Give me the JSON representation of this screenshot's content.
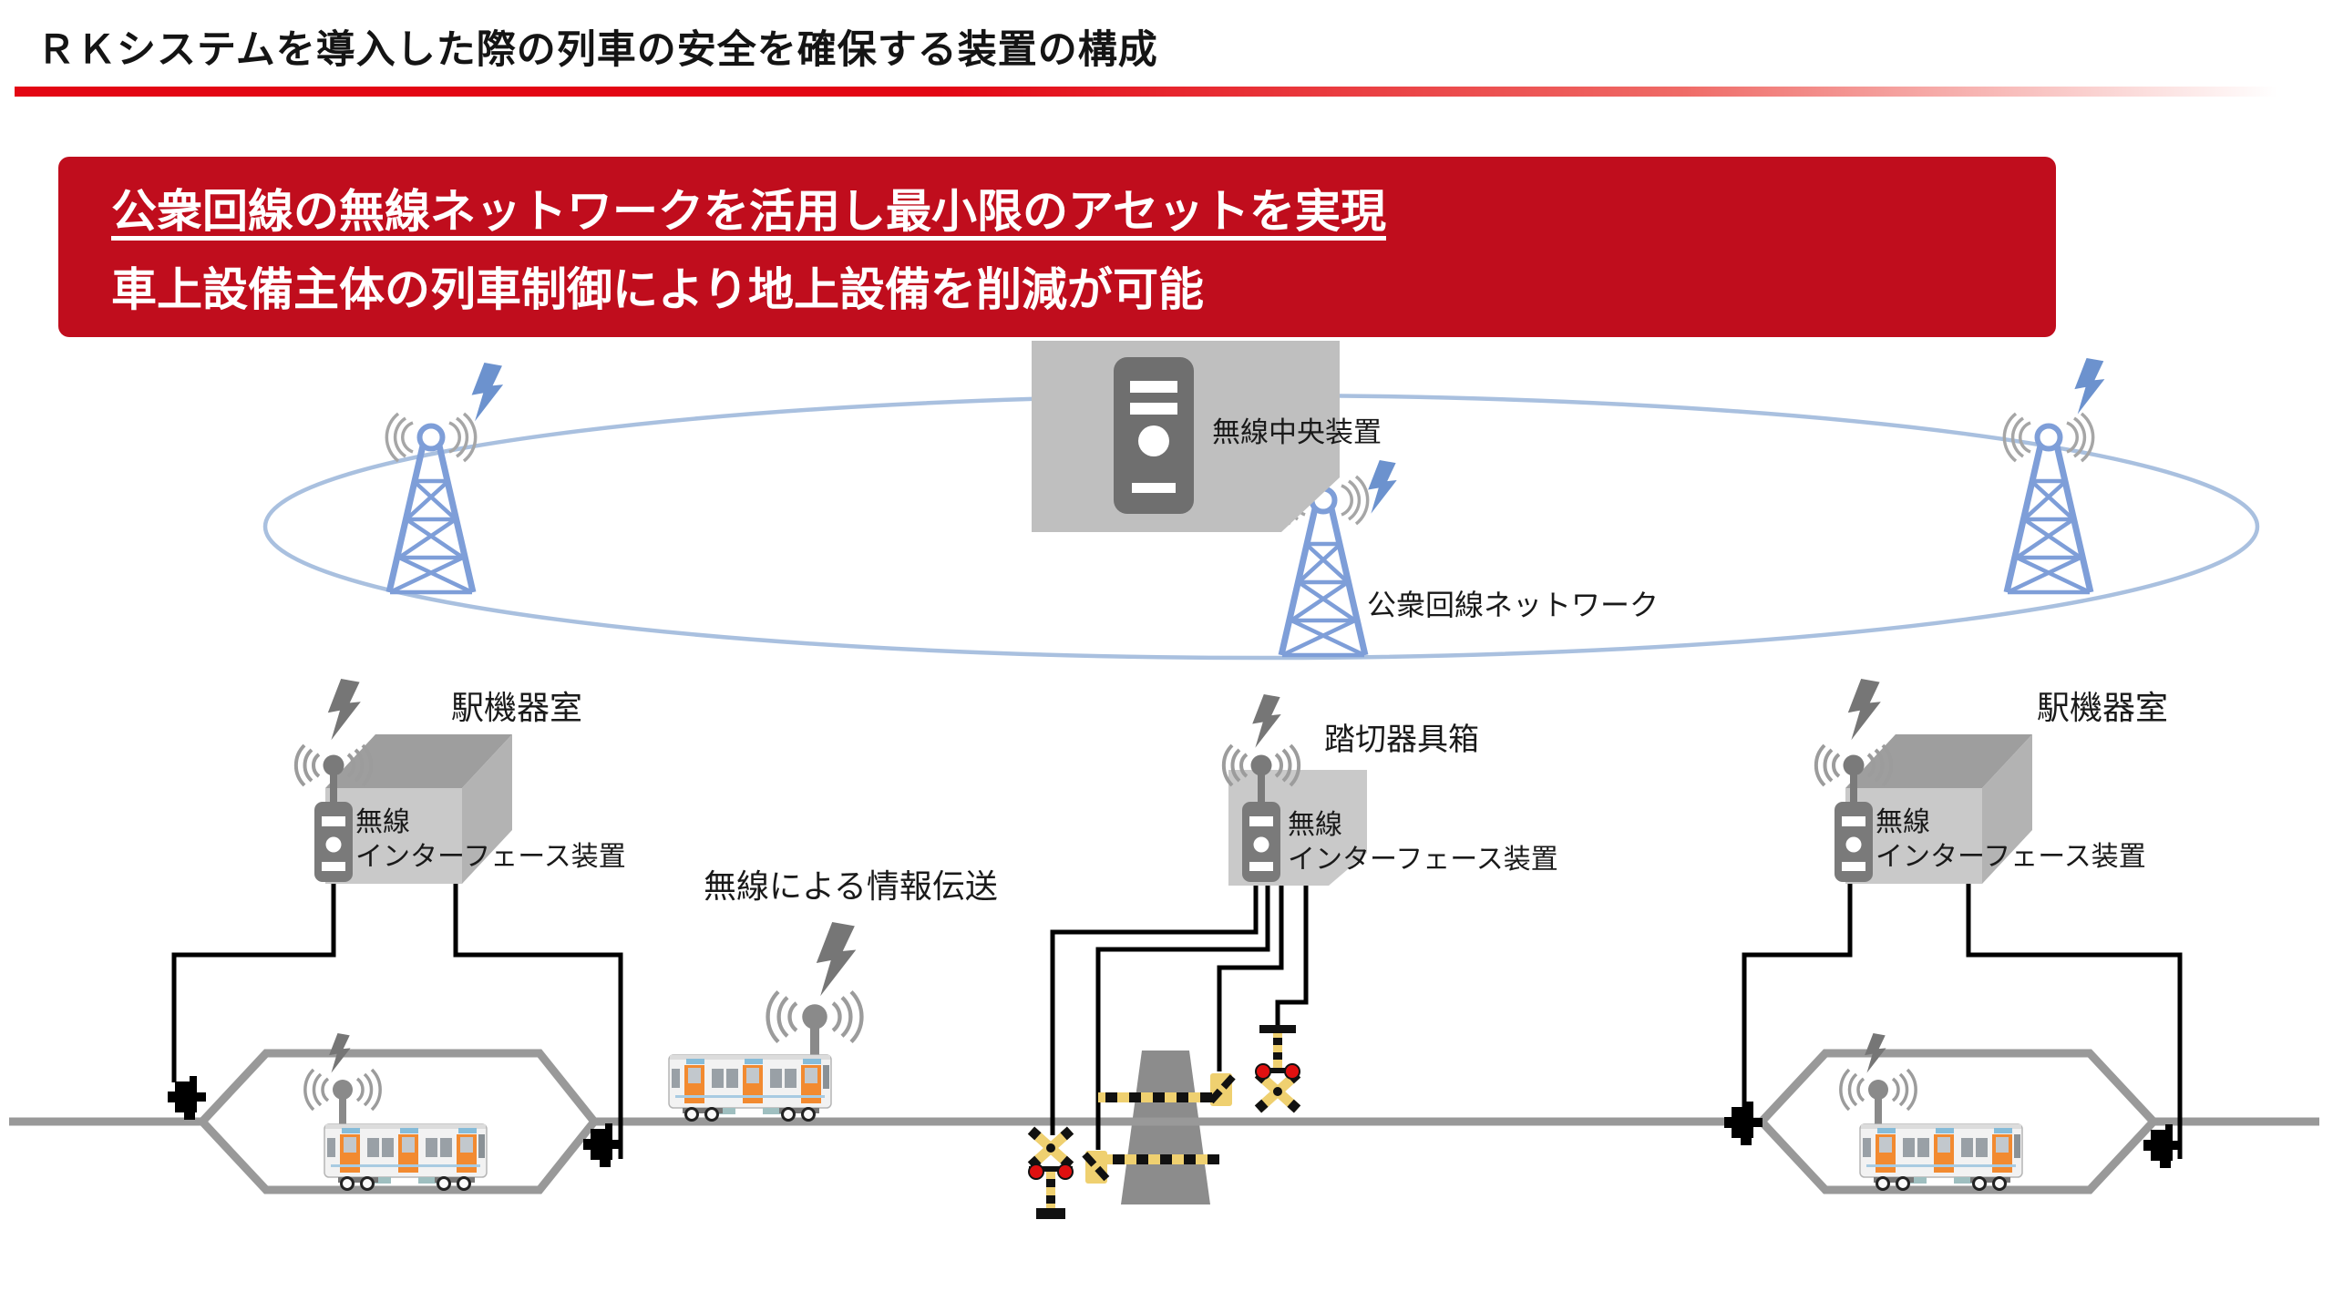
{
  "page": {
    "title": "ＲＫシステムを導入した際の列車の安全を確保する装置の構成"
  },
  "banner": {
    "line1": "公衆回線の無線ネットワークを活用し最小限のアセットを実現",
    "line2": "車上設備主体の列車制御により地上設備を削減が可能"
  },
  "network": {
    "central_device_label": "無線中央装置",
    "network_label": "公衆回線ネットワーク"
  },
  "sites": {
    "left_station": {
      "label": "駅機器室",
      "device_line1": "無線",
      "device_line2": "インターフェース装置"
    },
    "crossing": {
      "label": "踏切器具箱",
      "device_line1": "無線",
      "device_line2": "インターフェース装置"
    },
    "right_station": {
      "label": "駅機器室",
      "device_line1": "無線",
      "device_line2": "インターフェース装置"
    },
    "train": {
      "label": "無線による情報伝送"
    }
  },
  "colors": {
    "banner_red": "#c00d1d",
    "rule_red": "#e30613",
    "tower_blue": "#7e9ed8",
    "ellipse_blue": "#a9c0df",
    "bolt_blue": "#6c92ce",
    "bolt_gray": "#767676",
    "track_gray": "#999999",
    "road_gray": "#8c8c8c",
    "box_gray": "#c9c9c9",
    "device_gray": "#7a7a7a",
    "door_orange": "#f28a30",
    "signal_red": "#e01010",
    "gate_yellow": "#efd070"
  },
  "icons": {
    "tower": "radio-tower-icon",
    "bolt": "lightning-bolt-icon",
    "server": "server-icon",
    "radio": "radio-interface-icon",
    "antenna": "antenna-icon",
    "train": "train-icon",
    "crossing_signal": "crossing-signal-icon",
    "crossing_gate": "crossing-gate-icon",
    "wayside_unit": "wayside-unit-icon"
  }
}
